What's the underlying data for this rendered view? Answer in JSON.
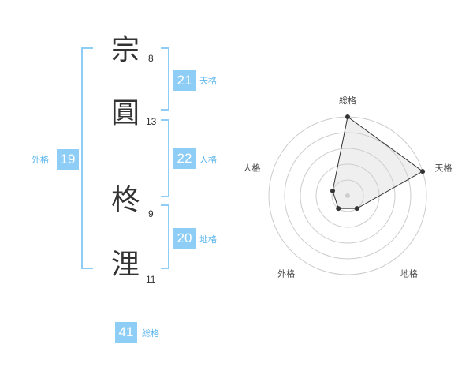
{
  "name": {
    "chars": [
      {
        "char": "宗",
        "strokes": "8"
      },
      {
        "char": "圓",
        "strokes": "13"
      },
      {
        "char": "柊",
        "strokes": "9"
      },
      {
        "char": "浬",
        "strokes": "11"
      }
    ]
  },
  "kaku": {
    "tenkaku": {
      "value": "21",
      "label": "天格"
    },
    "jinkaku": {
      "value": "22",
      "label": "人格"
    },
    "chikaku": {
      "value": "20",
      "label": "地格"
    },
    "gaikaku": {
      "value": "19",
      "label": "外格"
    },
    "soukaku": {
      "value": "41",
      "label": "総格"
    }
  },
  "colors": {
    "accent": "#8ecdf5",
    "accent_text": "#5bb6ee",
    "bracket": "#8ecdf5"
  },
  "chart_data": {
    "type": "radar",
    "axes": [
      "総格",
      "天格",
      "地格",
      "外格",
      "人格"
    ],
    "rings": 5,
    "max": 5,
    "values": [
      5,
      5,
      1,
      1,
      1
    ]
  }
}
